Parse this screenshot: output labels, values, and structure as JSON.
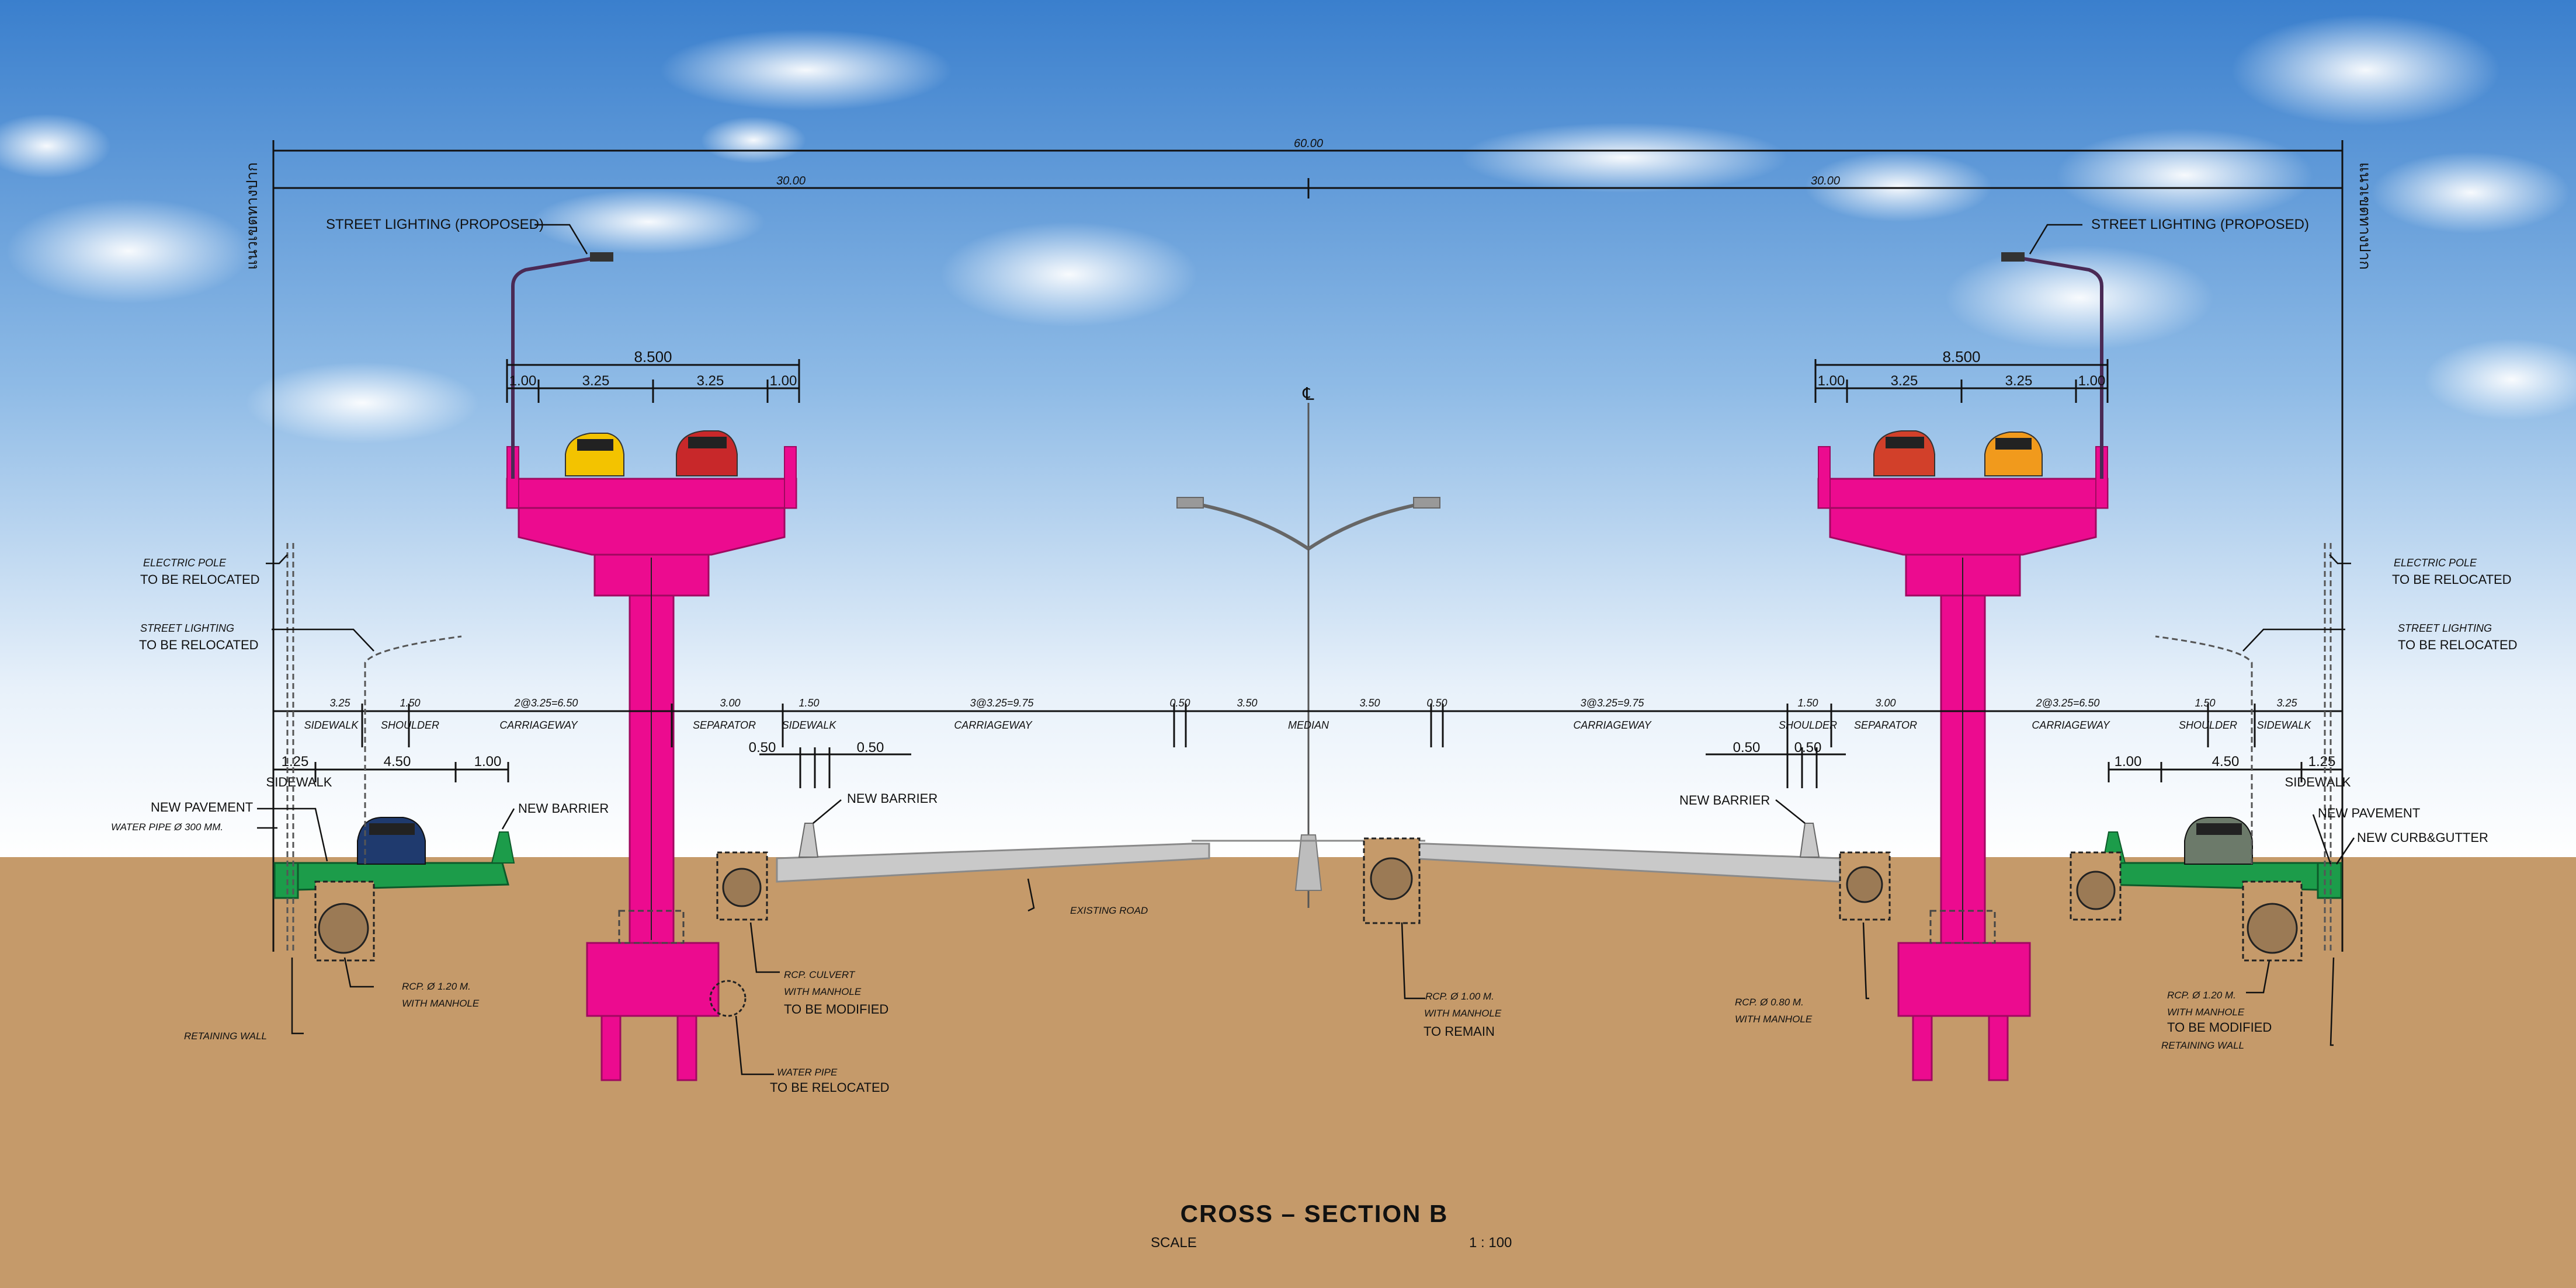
{
  "drawing": {
    "title": "CROSS – SECTION B",
    "scale_label": "SCALE",
    "scale_value": "1 : 100",
    "property_line_label": "แนวเขตทางปาก"
  },
  "dimensions": {
    "total": "60.00",
    "half": "30.00",
    "deck_total": "8.500",
    "deck_parts": [
      "1.00",
      "3.25",
      "3.25",
      "1.00"
    ],
    "left_lanes": [
      "3.25",
      "1.50",
      "2@3.25=6.50",
      "3.00",
      "1.50",
      "3@3.25=9.75",
      "0.50",
      "3.50"
    ],
    "right_lanes": [
      "3.50",
      "0.50",
      "3@3.25=9.75",
      "1.50",
      "3.00",
      "2@3.25=6.50",
      "1.50",
      "3.25"
    ],
    "left_names": [
      "SIDEWALK",
      "SHOULDER",
      "CARRIAGEWAY",
      "SEPARATOR",
      "SIDEWALK",
      "CARRIAGEWAY"
    ],
    "median": "MEDIAN",
    "right_names": [
      "CARRIAGEWAY",
      "SHOULDER",
      "SEPARATOR",
      "CARRIAGEWAY",
      "SHOULDER",
      "SIDEWALK"
    ],
    "sidewalk_parts": [
      "1.25",
      "4.50",
      "1.00"
    ],
    "barrier_parts": [
      "0.50",
      "0.50"
    ],
    "sidewalk_sub": "SIDEWALK",
    "centerline": "℄"
  },
  "annotations": {
    "street_lighting_proposed": "STREET LIGHTING (PROPOSED)",
    "electric_pole_top": "ELECTRIC POLE",
    "to_be_relocated": "TO BE RELOCATED",
    "street_lighting": "STREET LIGHTING",
    "new_pavement": "NEW PAVEMENT",
    "water_pipe_300": "WATER PIPE Ø 300 MM.",
    "new_barrier": "NEW BARRIER",
    "new_curb_gutter": "NEW CURB&GUTTER",
    "rcp_120": "RCP. Ø 1.20 M.",
    "with_manhole": "WITH MANHOLE",
    "retaining_wall": "RETAINING WALL",
    "rcp_culvert": "RCP. CULVERT",
    "to_be_modified": "TO BE MODIFIED",
    "water_pipe": "WATER PIPE",
    "existing_road": "EXISTING ROAD",
    "rcp_100": "RCP. Ø 1.00 M.",
    "to_remain": "TO REMAIN",
    "rcp_080": "RCP. Ø 0.80 M."
  },
  "colors": {
    "structure": "#ec0b8f",
    "structure_dark": "#a00860",
    "pavement": "#1c9c4a",
    "soil": "#c59a6a",
    "sky_top": "#3f82cf",
    "sky_bottom": "#ffffff",
    "line": "#111111",
    "concrete": "#c8c8c8"
  }
}
